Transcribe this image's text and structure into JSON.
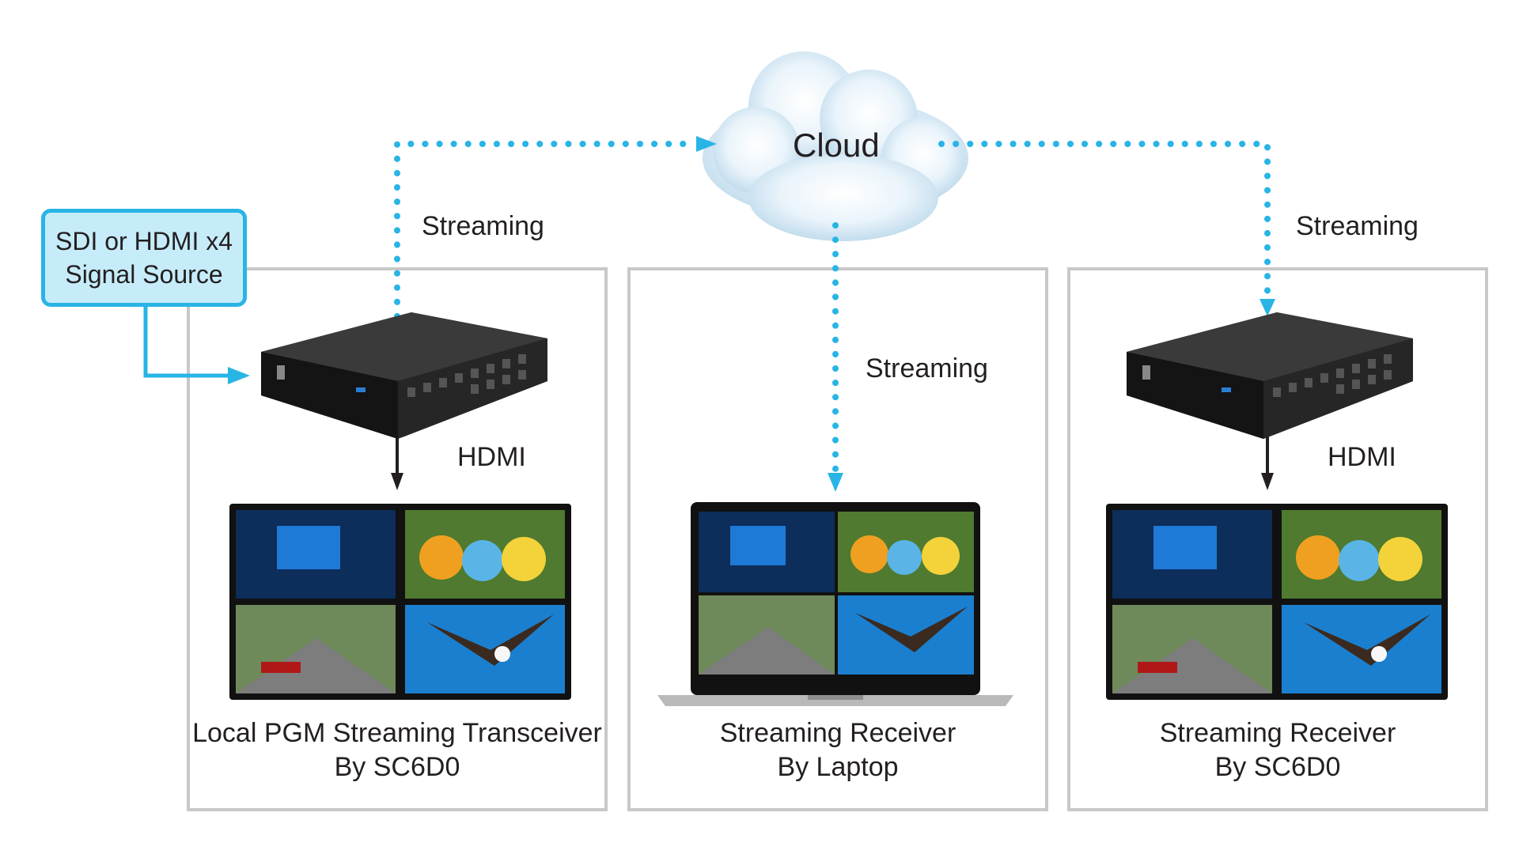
{
  "cloud": {
    "label": "Cloud"
  },
  "source": {
    "line1": "SDI or HDMI x4",
    "line2": "Signal Source"
  },
  "links": {
    "stream_left": "Streaming",
    "stream_mid": "Streaming",
    "stream_right": "Streaming",
    "hdmi_left": "HDMI",
    "hdmi_right": "HDMI"
  },
  "panels": [
    {
      "line1": "Local PGM Streaming Transceiver",
      "line2": "By SC6D0"
    },
    {
      "line1": "Streaming Receiver",
      "line2": "By Laptop"
    },
    {
      "line1": "Streaming Receiver",
      "line2": "By SC6D0"
    }
  ],
  "colors": {
    "accent": "#29b4e6",
    "panel_border": "#c8c8c8",
    "arrow_dark": "#231f20",
    "source_fill": "#c6ecfa"
  }
}
